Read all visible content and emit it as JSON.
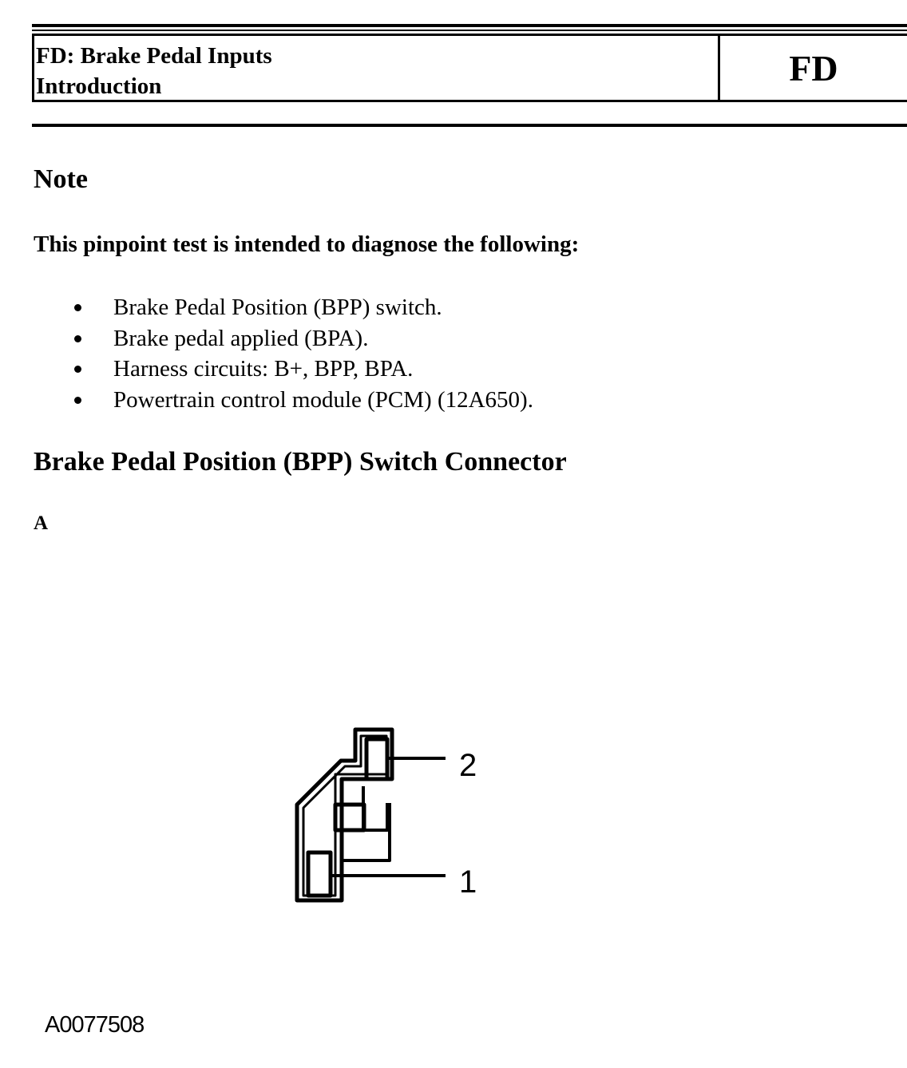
{
  "header": {
    "line1": "FD: Brake Pedal Inputs",
    "line2": "Introduction",
    "code": "FD"
  },
  "note": {
    "heading": "Note",
    "intro": "This pinpoint test is intended to diagnose the following:",
    "items": [
      "Brake Pedal Position (BPP) switch.",
      "Brake pedal applied (BPA).",
      "Harness circuits: B+, BPP, BPA.",
      "Powertrain control module (PCM) (12A650)."
    ]
  },
  "connector": {
    "heading": "Brake Pedal Position (BPP) Switch Connector",
    "view_label": "A",
    "pin_labels": [
      "2",
      "1"
    ],
    "figure_id": "A0077508"
  }
}
